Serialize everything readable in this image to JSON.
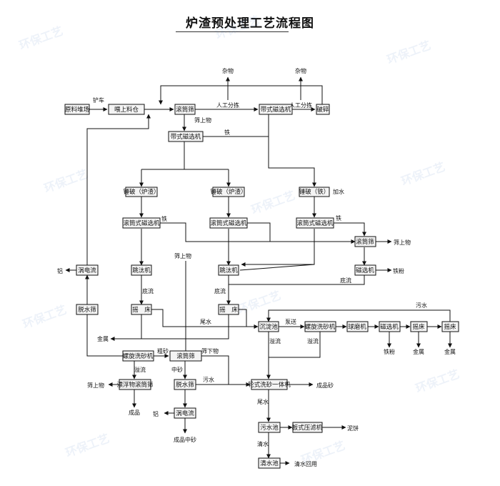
{
  "title": "炉渣预处理工艺流程图",
  "watermark": "环保工艺",
  "colors": {
    "line": "#111111",
    "box_fill": "#f4f4f4",
    "watermark": "#2a62b8"
  },
  "boxes": {
    "raw_pile": "原料堆场",
    "feeder": "喂上料仓",
    "drum_screen_1": "滚筒筛",
    "belt_mag_1": "带式磁选机",
    "belt_mag_2": "带式磁选机",
    "crusher_top": "破碎",
    "crusher_l": "锤破（炉渣）",
    "crusher_m": "锤破（炉渣）",
    "crusher_r": "锤破（铁）",
    "drum_mag_l": "滚筒式磁选机",
    "drum_mag_m": "滚筒式磁选机",
    "drum_mag_r": "滚筒式磁选机",
    "drum_screen_r": "滚筒筛",
    "mag_sep": "磁选机",
    "jig_l": "跳汰机",
    "jig_m": "跳汰机",
    "cyclone_l": "涡电流",
    "dewater_l": "脱水筛",
    "shaker_l": "摇　床",
    "shaker_m": "摇　床",
    "settling": "沉淀池",
    "spiral_washer_r": "螺旋洗砂机",
    "ball_mill": "球磨机",
    "mag_sep_2": "磁选机",
    "shaker_r1": "摇床",
    "shaker_r2": "摇床",
    "spiral_washer_l": "螺旋洗砂机",
    "drum_screen_b": "滚筒筛",
    "float_drum": "漂浮物滚筒筛",
    "dewater_m": "脱水筛",
    "wheel_washer": "轮式洗砂一体机",
    "cyclone_b": "涡电流",
    "sewage_pool": "污水池",
    "filter_press": "板式压滤机",
    "clear_pool": "清水池"
  },
  "labels": {
    "impurity_1": "杂物",
    "impurity_2": "杂物",
    "truck": "铲车",
    "manual_1": "人工分拣",
    "manual_2": "人工分拣",
    "oversize_1": "筛上物",
    "iron_1": "铁",
    "add_water": "加水",
    "iron_l": "铁",
    "iron_r": "铁",
    "oversize_r": "筛上物",
    "oversize_m": "筛上物",
    "iron_powder": "铁粉",
    "aluminum": "铝",
    "bottom_1": "底流",
    "bottom_2": "底流",
    "bottom_3": "底流",
    "tail_water": "尾水",
    "metal_l": "金属",
    "sewage_1": "污水",
    "backflow": "泵送",
    "overflow_1": "溢流",
    "overflow_2": "溢流",
    "overflow_3": "溢流",
    "iron_powder_2": "铁粉",
    "metal_m": "金属",
    "metal_r": "金属",
    "coarse_sand": "粗砂",
    "undersize": "筛下物",
    "oversize_b": "筛上物",
    "mid_sand": "中砂",
    "sewage_2": "污水",
    "product_sand": "成品砂",
    "product": "成品",
    "aluminum_b": "铝",
    "product_mid_sand": "成品中砂",
    "tail_water_b": "尾水",
    "mud_cake": "泥饼",
    "clear_water": "清水",
    "clear_water_reuse": "清水回用"
  }
}
